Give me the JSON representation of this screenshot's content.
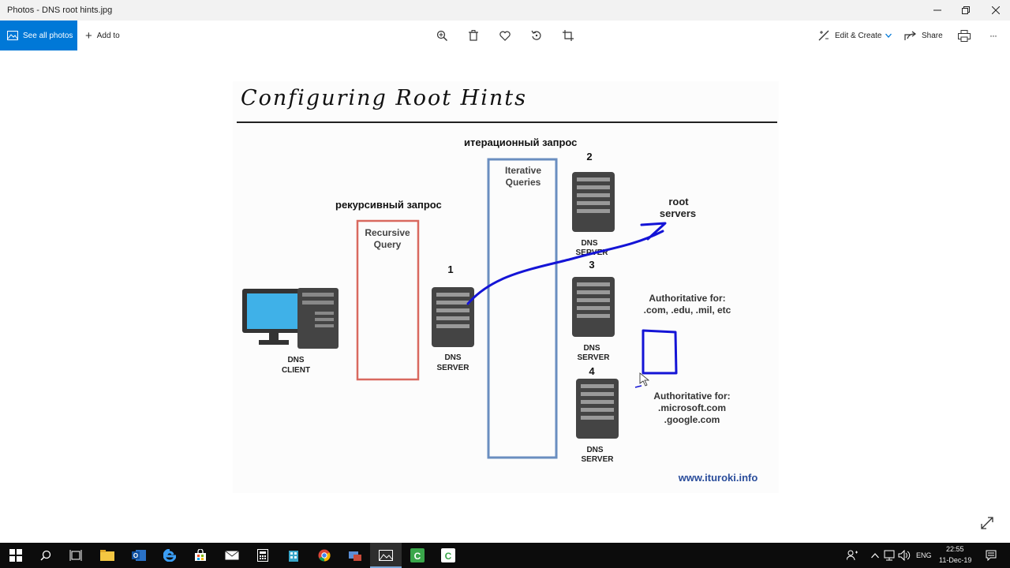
{
  "window": {
    "title": "Photos - DNS root hints.jpg",
    "minimize": "—",
    "maximize": "❐",
    "close": "✕"
  },
  "toolbar": {
    "see_all_label": "See all photos",
    "add_to_label": "Add to",
    "edit_create_label": "Edit & Create",
    "share_label": "Share",
    "more_label": "···"
  },
  "slide": {
    "heading": "Configuring Root Hints",
    "iterative_caption_ru": "итерационный запрос",
    "recursive_caption_ru": "рекурсивный запрос",
    "recursive_box": [
      "Recursive",
      "Query"
    ],
    "iterative_box": [
      "Iterative",
      "Queries"
    ],
    "step1": "1",
    "step2": "2",
    "step3": "3",
    "step4": "4",
    "client_label": [
      "DNS",
      "CLIENT"
    ],
    "server_label": [
      "DNS",
      "SERVER"
    ],
    "root_servers": [
      "root",
      "servers"
    ],
    "auth_top": [
      "Authoritative for:",
      ".com, .edu, .mil, etc"
    ],
    "auth_bottom": [
      "Authoritative for:",
      ".microsoft.com",
      ".google.com"
    ],
    "website": "www.ituroki.info",
    "annotation_color": "#1414d6"
  },
  "taskbar": {
    "language": "ENG",
    "time": "22:55",
    "date": "11-Dec-19"
  }
}
